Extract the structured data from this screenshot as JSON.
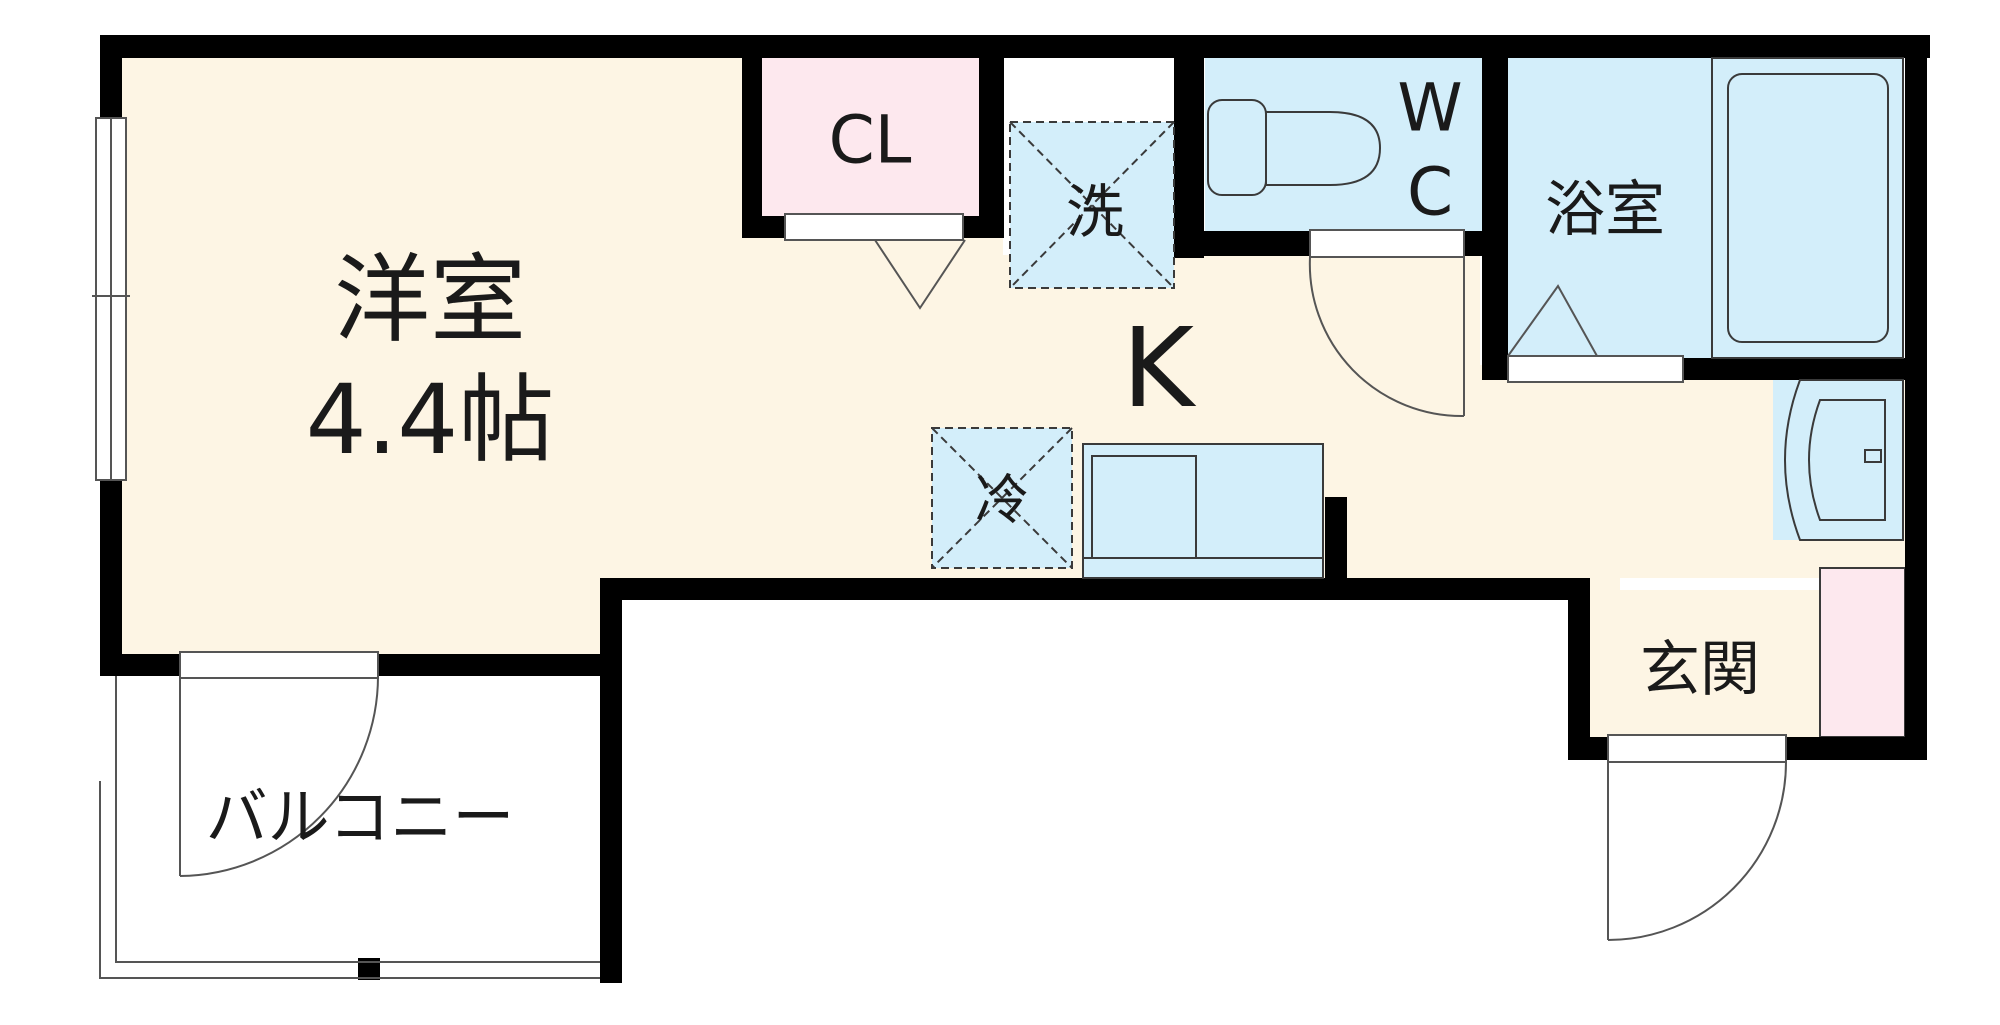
{
  "rooms": {
    "western_room_name": "洋室",
    "western_room_size": "4.4帖",
    "kitchen": "K",
    "closet": "CL",
    "washer": "洗",
    "fridge": "冷",
    "wc_top": "W",
    "wc_bottom": "C",
    "bath": "浴室",
    "entrance": "玄関",
    "balcony": "バルコニー"
  },
  "colors": {
    "wall": "#000000",
    "floor": "#fdf5e4",
    "wet_area": "#d3eefa",
    "closet": "#fde8ee",
    "fixture_outline": "#3a3a3a"
  }
}
